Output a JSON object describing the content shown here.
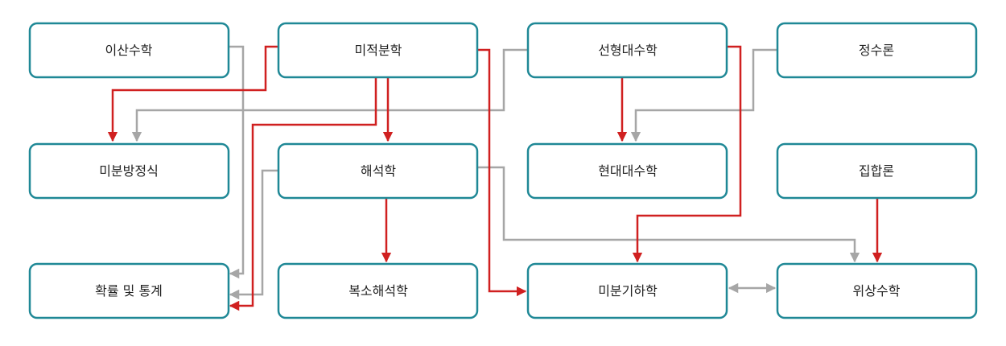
{
  "colors": {
    "border": "#1f8896",
    "red": "#d02020",
    "gray": "#a6a6a6",
    "text": "#222222"
  },
  "nodes": {
    "discrete": "이산수학",
    "calculus": "미적분학",
    "linear": "선형대수학",
    "number": "정수론",
    "ode": "미분방정식",
    "analysis": "해석학",
    "modern": "현대대수학",
    "set": "집합론",
    "prob": "확률 및 통계",
    "complex": "복소해석학",
    "diffgeo": "미분기하학",
    "topology": "위상수학"
  },
  "edges": [
    {
      "from": "discrete",
      "to": "prob",
      "color": "gray"
    },
    {
      "from": "calculus",
      "to": "ode",
      "color": "red"
    },
    {
      "from": "calculus",
      "to": "analysis",
      "color": "red"
    },
    {
      "from": "calculus",
      "to": "prob",
      "color": "red"
    },
    {
      "from": "calculus",
      "to": "diffgeo",
      "color": "red"
    },
    {
      "from": "linear",
      "to": "ode",
      "color": "gray"
    },
    {
      "from": "linear",
      "to": "modern",
      "color": "red"
    },
    {
      "from": "linear",
      "to": "diffgeo",
      "color": "red"
    },
    {
      "from": "number",
      "to": "modern",
      "color": "gray"
    },
    {
      "from": "analysis",
      "to": "complex",
      "color": "red"
    },
    {
      "from": "analysis",
      "to": "prob",
      "color": "gray"
    },
    {
      "from": "analysis",
      "to": "topology",
      "color": "gray"
    },
    {
      "from": "set",
      "to": "topology",
      "color": "red"
    },
    {
      "from": "diffgeo",
      "to": "topology",
      "color": "gray",
      "bidirectional": true
    }
  ]
}
